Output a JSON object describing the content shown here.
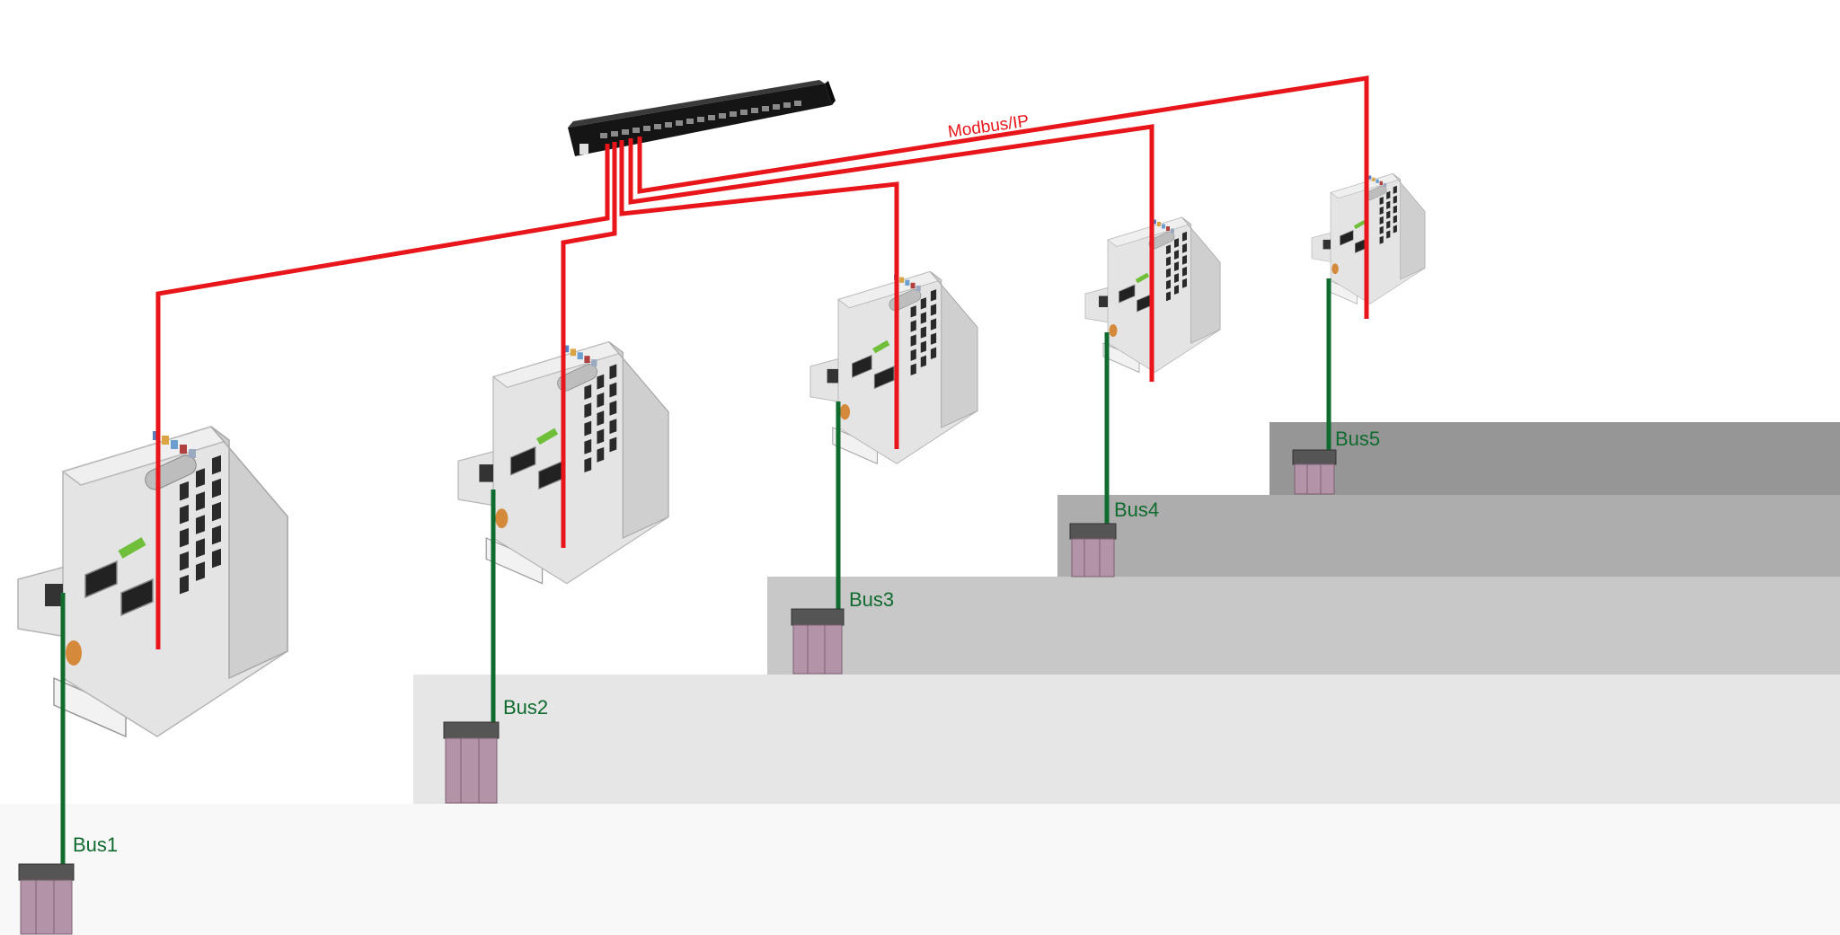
{
  "network": {
    "label": "Modbus/IP",
    "colors": {
      "ethernet": "#e8161b",
      "bus": "#0f6b2e"
    }
  },
  "steps": [
    {
      "shade": "#f8f8f8"
    },
    {
      "shade": "#e6e6e6"
    },
    {
      "shade": "#c8c8c8"
    },
    {
      "shade": "#adadad"
    },
    {
      "shade": "#969696"
    }
  ],
  "controllers": [
    {
      "bus_label": "Bus1",
      "logo_color": "#6fbf3a"
    },
    {
      "bus_label": "Bus2",
      "logo_color": "#6fbf3a"
    },
    {
      "bus_label": "Bus3",
      "logo_color": "#6fbf3a"
    },
    {
      "bus_label": "Bus4",
      "logo_color": "#6fbf3a"
    },
    {
      "bus_label": "Bus5",
      "logo_color": "#6fbf3a"
    }
  ],
  "switch": {
    "icon": "ethernet-switch-icon"
  }
}
